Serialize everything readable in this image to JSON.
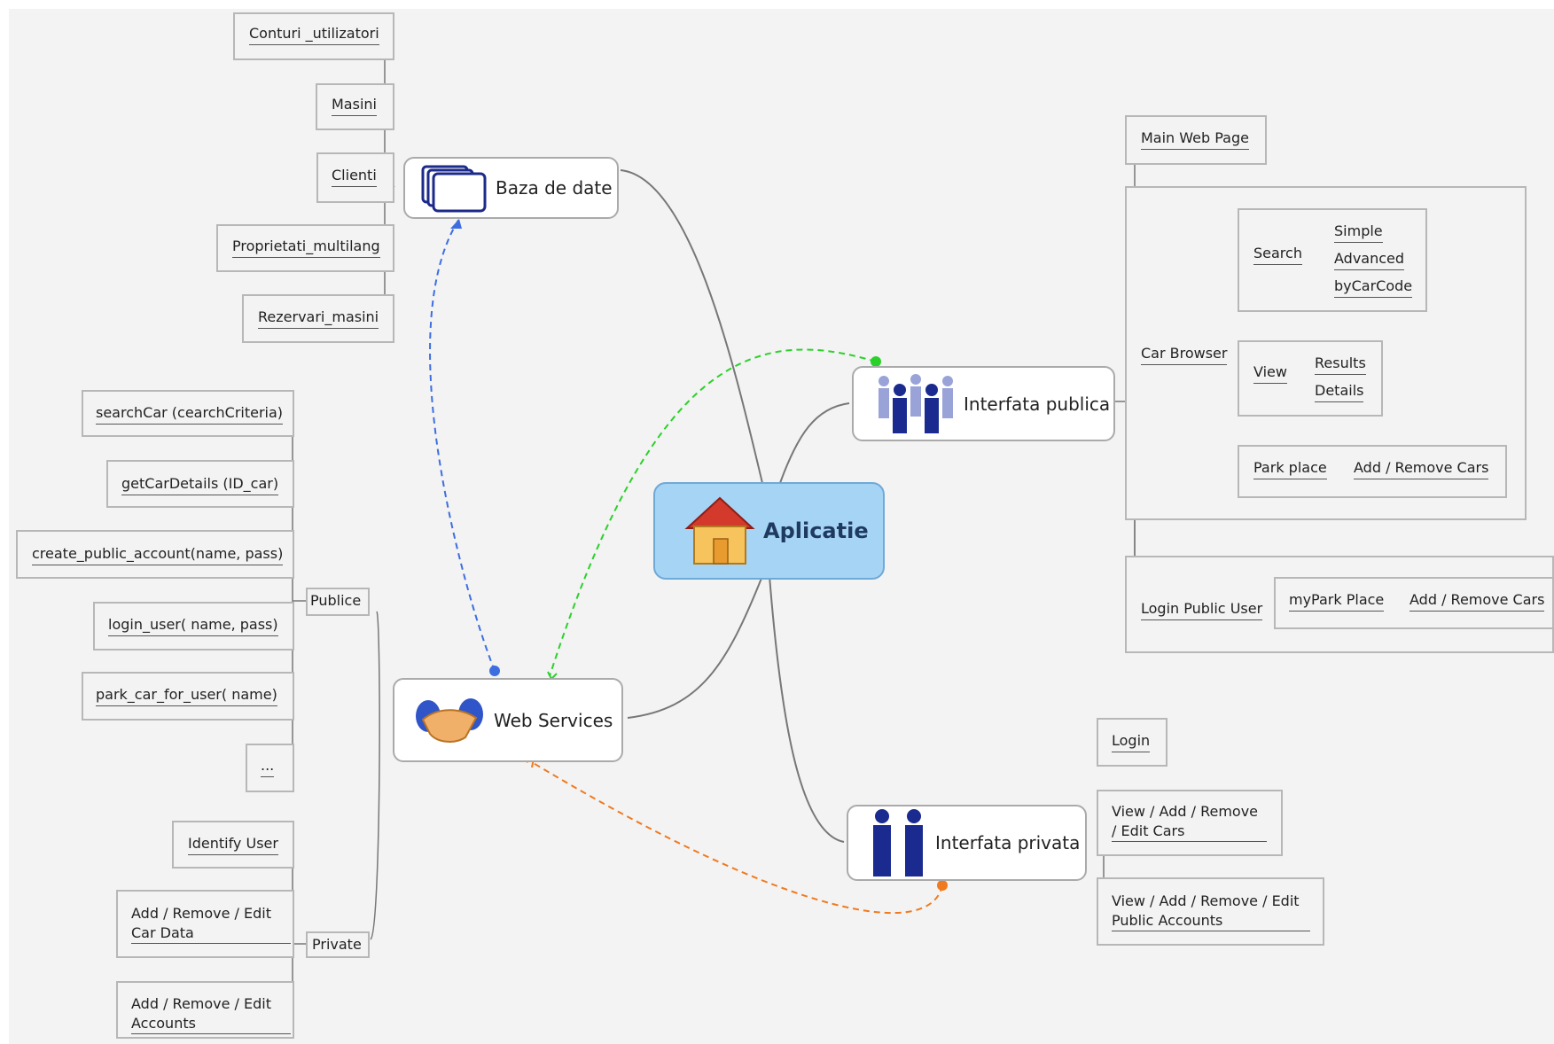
{
  "center": {
    "label": "Aplicatie",
    "icon": "house-icon"
  },
  "baza": {
    "label": "Baza de date",
    "icon": "database-folders-icon",
    "items": [
      "Conturi _utilizatori",
      "Masini",
      "Clienti",
      "Proprietati_multilang",
      "Rezervari_masini"
    ]
  },
  "web": {
    "label": "Web Services",
    "icon": "handshake-icon",
    "publice": {
      "label": "Publice",
      "items": [
        "searchCar (cearchCriteria)",
        "getCarDetails (ID_car)",
        "create_public_account(name, pass)",
        "login_user( name, pass)",
        "park_car_for_user( name)",
        "..."
      ]
    },
    "private": {
      "label": "Private",
      "items": [
        "Identify User",
        "Add / Remove / Edit\nCar Data",
        "Add / Remove / Edit\nAccounts"
      ]
    }
  },
  "publica": {
    "label": "Interfata publica",
    "icon": "people-group-icon",
    "main_web_page": "Main Web Page",
    "car_browser": "Car Browser",
    "search": "Search",
    "search_items": [
      "Simple",
      "Advanced",
      "byCarCode"
    ],
    "view": "View",
    "view_items": [
      "Results",
      "Details"
    ],
    "park_place": "Park place",
    "park_add": "Add / Remove Cars",
    "login_public_user": "Login Public User",
    "my_park_place": "myPark Place",
    "my_park_add": "Add / Remove Cars"
  },
  "privata": {
    "label": "Interfata privata",
    "icon": "two-people-icon",
    "items": [
      "Login",
      "View / Add / Remove\n/ Edit Cars",
      "View / Add / Remove / Edit\nPublic Accounts"
    ]
  },
  "colors": {
    "blue_link": "#3d6ee0",
    "green_link": "#2bd12b",
    "orange_link": "#f07a20",
    "center_fill": "#a6d4f5"
  }
}
